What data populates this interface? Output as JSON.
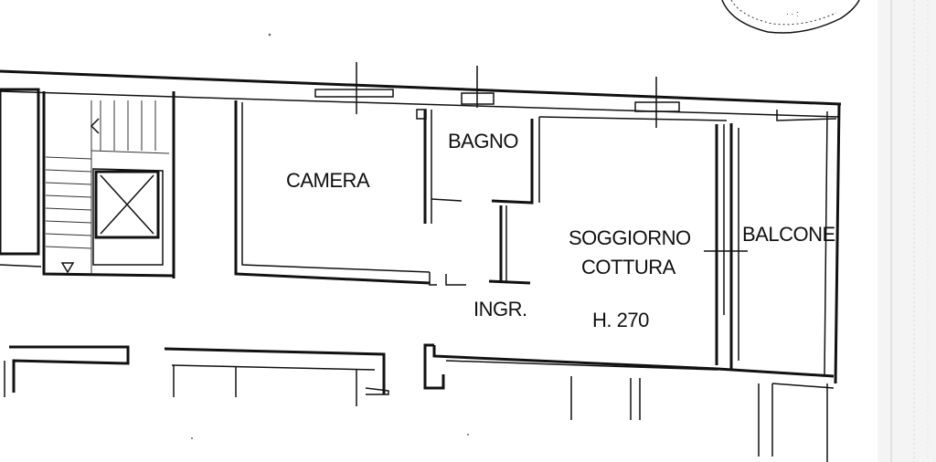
{
  "rooms": {
    "camera": "CAMERA",
    "bagno": "BAGNO",
    "soggiorno_line1": "SOGGIORNO",
    "soggiorno_line2": "COTTURA",
    "balcone": "BALCONE",
    "ingresso": "INGR.",
    "height": "H. 270"
  }
}
